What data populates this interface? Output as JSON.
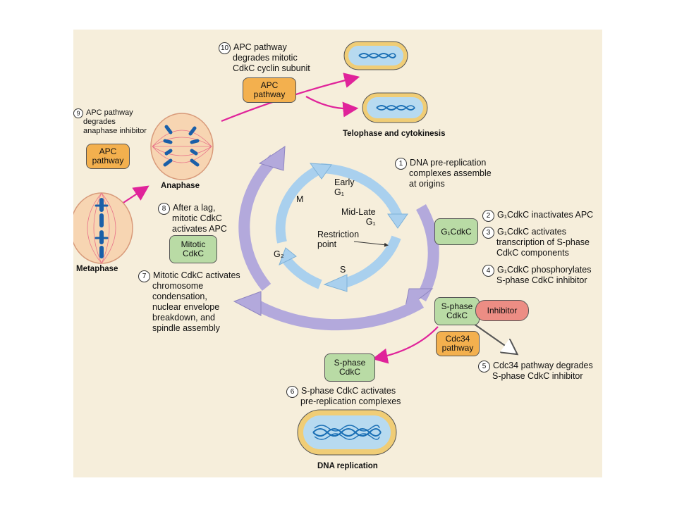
{
  "steps": {
    "s1": {
      "num": "1",
      "text": [
        "DNA pre-replication",
        "complexes assemble",
        "at origins"
      ]
    },
    "s2": {
      "num": "2",
      "text": [
        "G₁CdkC inactivates APC"
      ]
    },
    "s3": {
      "num": "3",
      "text": [
        "G₁CdkC activates",
        "transcription of S-phase",
        "CdkC components"
      ]
    },
    "s4": {
      "num": "4",
      "text": [
        "G₁CdkC phosphorylates",
        "S-phase CdkC inhibitor"
      ]
    },
    "s5": {
      "num": "5",
      "text": [
        "Cdc34 pathway degrades",
        "S-phase CdkC inhibitor"
      ]
    },
    "s6": {
      "num": "6",
      "text": [
        "S-phase CdkC activates",
        "pre-replication complexes"
      ]
    },
    "s7": {
      "num": "7",
      "text": [
        "Mitotic CdkC activates",
        "chromosome",
        "condensation,",
        "nuclear envelope",
        "breakdown, and",
        "spindle assembly"
      ]
    },
    "s8": {
      "num": "8",
      "text": [
        "After a lag,",
        "mitotic CdkC",
        "activates APC"
      ]
    },
    "s9": {
      "num": "9",
      "text": [
        "APC pathway",
        "degrades",
        "anaphase inhibitor"
      ]
    },
    "s10": {
      "num": "10",
      "text": [
        "APC pathway",
        "degrades mitotic",
        "CdkC cyclin subunit"
      ]
    }
  },
  "boxes": {
    "apc_top": [
      "APC",
      "pathway"
    ],
    "apc_left": [
      "APC",
      "pathway"
    ],
    "g1cdkc": [
      "G₁CdkC"
    ],
    "sphase_cdkc": [
      "S-phase",
      "CdkC"
    ],
    "inhibitor": [
      "Inhibitor"
    ],
    "cdc34": [
      "Cdc34",
      "pathway"
    ],
    "sphase_cdkc_low": [
      "S-phase",
      "CdkC"
    ],
    "mitotic_cdkc": [
      "Mitotic",
      "CdkC"
    ]
  },
  "captions": {
    "telophase": "Telophase and cytokinesis",
    "anaphase": "Anaphase",
    "metaphase": "Metaphase",
    "dna_replication": "DNA replication"
  },
  "cycle_labels": {
    "early_g1": [
      "Early",
      "G₁"
    ],
    "mid_late_g1": [
      "Mid-Late",
      "G₁"
    ],
    "m": "M",
    "restriction_point": [
      "Restriction",
      "point"
    ],
    "g2": "G₂",
    "s": "S"
  },
  "colors": {
    "orange_box": "#f3b04e",
    "green_box": "#b9dba5",
    "red_box": "#ec8d84",
    "inner_cycle_arrow": "#a9d0ee",
    "outer_cycle_arrow": "#b3a9dc",
    "magenta_arrow": "#e0239a",
    "cell_fill": "#b7daf0",
    "cell_wall": "#f0cd76",
    "dna": "#1a6fb5",
    "page_bg": "#f6eedb"
  }
}
